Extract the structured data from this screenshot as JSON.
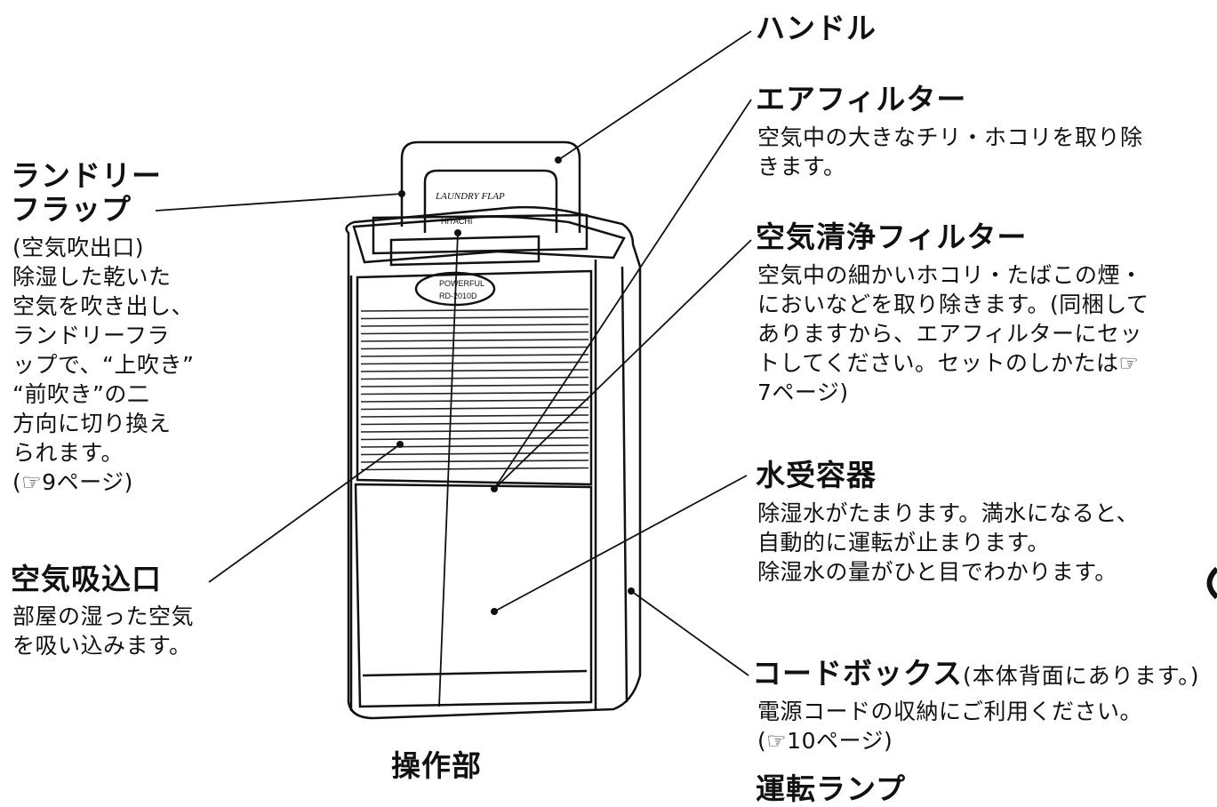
{
  "labels": {
    "handle": {
      "title": "ハンドル"
    },
    "air_filter": {
      "title": "エアフィルター",
      "desc": "空気中の大きなチリ・ホコリを取り除\nきます。"
    },
    "clean_filter": {
      "title": "空気清浄フィルター",
      "desc": "空気中の細かいホコリ・たばこの煙・\nにおいなどを取り除きます。(同梱して\nありますから、エアフィルターにセッ\nトしてください。セットのしかたは☞\n7ページ)"
    },
    "water_tank": {
      "title": "水受容器",
      "desc": "除湿水がたまります。満水になると、\n自動的に運転が止まります。\n除湿水の量がひと目でわかります。"
    },
    "cord_box": {
      "title": "コードボックス",
      "note": "(本体背面にあります。)",
      "desc": "電源コードの収納にご利用ください。\n(☞10ページ)"
    },
    "laundry_flap": {
      "title_line1": "ランドリー",
      "title_line2": "フラップ",
      "desc": "(空気吹出口)\n除湿した乾いた\n空気を吹き出し、\nランドリーフラ\nップで、“上吹き”\n“前吹き”の二\n方向に切り換え\nられます。\n(☞9ページ)"
    },
    "air_intake": {
      "title": "空気吸込口",
      "desc": "部屋の湿った空気\nを吸い込みます。"
    },
    "control": {
      "title": "操作部"
    },
    "operation": {
      "title": "運転ランプ"
    }
  },
  "device": {
    "flap_text": "LAUNDRY FLAP",
    "brand": "HITACHI",
    "badge_line1": "POWERFUL",
    "badge_line2": "RD-2010D"
  }
}
